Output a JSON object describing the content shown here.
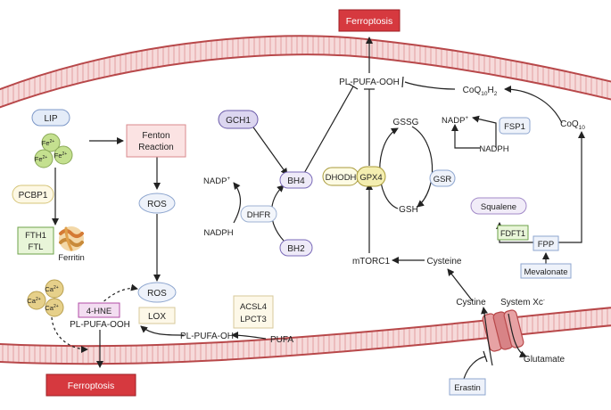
{
  "ferroptosis_top": "Ferroptosis",
  "ferroptosis_bottom": "Ferroptosis",
  "lip": "LIP",
  "fe": "Fe",
  "fe_charge": "2+",
  "fenton_line1": "Fenton",
  "fenton_line2": "Reaction",
  "ros_top": "ROS",
  "ros_bottom": "ROS",
  "pcbp1": "PCBP1",
  "fth1": "FTH1",
  "ftl": "FTL",
  "ferritin": "Ferritin",
  "ca": "Ca",
  "ca_charge": "2+",
  "hne": "4-HNE",
  "lox": "LOX",
  "pl_pufa_ooh_bottom": "PL-PUFA-OOH",
  "pl_pufa_oh": "PL-PUFA-OH",
  "acsl4": "ACSL4",
  "lpct3": "LPCT3",
  "pufa": "PUFA",
  "gch1": "GCH1",
  "bh4": "BH4",
  "bh2": "BH2",
  "dhfr": "DHFR",
  "nadp_plus_left": "NADP",
  "nadph_left": "NADPH",
  "pl_pufa_ooh_top": "PL-PUFA-OOH",
  "coq10h2": "CoQ",
  "coq10": "CoQ",
  "q_sub": "10",
  "h2_sub": "2",
  "fsp1": "FSP1",
  "nadp_plus_right": "NADP",
  "nadph_right": "NADPH",
  "gssg": "GSSG",
  "gsh": "GSH",
  "gsr": "GSR",
  "dhodh": "DHODH",
  "gpx4": "GPX4",
  "squalene": "Squalene",
  "fdft1": "FDFT1",
  "fpp": "FPP",
  "mevalonate": "Mevalonate",
  "mtorc1": "mTORC1",
  "cysteine": "Cysteine",
  "cystine": "Cystine",
  "system_xc": "System Xc",
  "glutamate": "Glutamate",
  "erastin": "Erastin",
  "colors": {
    "membrane_light": "#f6dada",
    "membrane_line": "#b8484a",
    "ferroptosis_fill": "#d6393f",
    "fe_fill": "#c4e08f",
    "ca_fill": "#e6d08a"
  }
}
